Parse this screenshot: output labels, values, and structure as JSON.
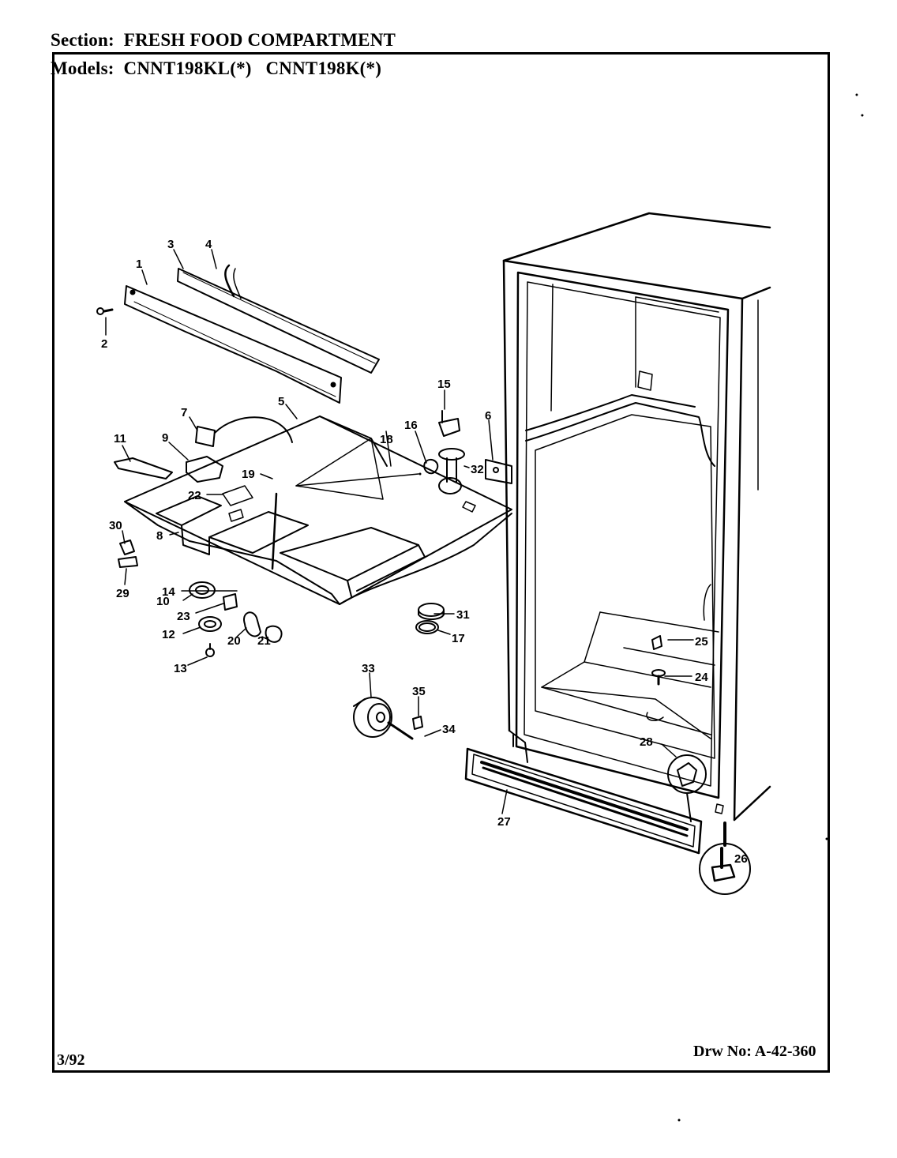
{
  "header": {
    "section_label": "Section:",
    "section_value": "FRESH FOOD COMPARTMENT",
    "models_label": "Models:",
    "model_1": "CNNT198KL(*)",
    "model_2": "CNNT198K(*)"
  },
  "footer": {
    "date": "3/92",
    "drawing_label": "Drw No:",
    "drawing_number": "A-42-360"
  },
  "callouts": {
    "c1": "1",
    "c2": "2",
    "c3": "3",
    "c4": "4",
    "c5": "5",
    "c6": "6",
    "c7": "7",
    "c8": "8",
    "c9": "9",
    "c10": "10",
    "c11": "11",
    "c12": "12",
    "c13": "13",
    "c14": "14",
    "c15": "15",
    "c16": "16",
    "c17": "17",
    "c18": "18",
    "c19": "19",
    "c20": "20",
    "c21": "21",
    "c22": "22",
    "c23": "23",
    "c24": "24",
    "c25": "25",
    "c26": "26",
    "c27": "27",
    "c28": "28",
    "c29": "29",
    "c30": "30",
    "c31": "31",
    "c32": "32",
    "c33": "33",
    "c34": "34",
    "c35": "35"
  }
}
